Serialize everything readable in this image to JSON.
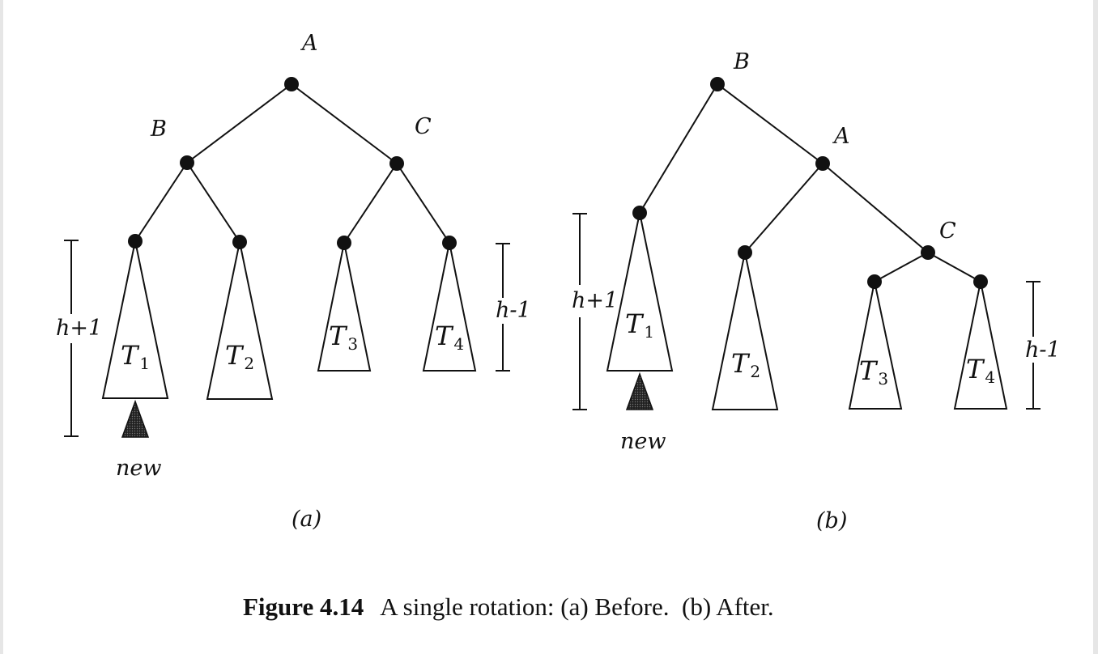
{
  "diagram_a": {
    "labels": {
      "root": "A",
      "left": "B",
      "right": "C"
    },
    "subtrees": [
      {
        "base": "T",
        "sub": "1"
      },
      {
        "base": "T",
        "sub": "2"
      },
      {
        "base": "T",
        "sub": "3"
      },
      {
        "base": "T",
        "sub": "4"
      }
    ],
    "height_left": "h+1",
    "height_right": "h-1",
    "new_label": "new",
    "caption": "(a)"
  },
  "diagram_b": {
    "labels": {
      "root": "B",
      "mid": "A",
      "low": "C"
    },
    "subtrees": [
      {
        "base": "T",
        "sub": "1"
      },
      {
        "base": "T",
        "sub": "2"
      },
      {
        "base": "T",
        "sub": "3"
      },
      {
        "base": "T",
        "sub": "4"
      }
    ],
    "height_left": "h+1",
    "height_right": "h-1",
    "new_label": "new",
    "caption": "(b)"
  },
  "figure_caption": {
    "number": "Figure 4.14",
    "text": "A single rotation: (a) Before.  (b) After."
  },
  "colors": {
    "ink": "#111111",
    "new_node": "#3a3a3a"
  }
}
